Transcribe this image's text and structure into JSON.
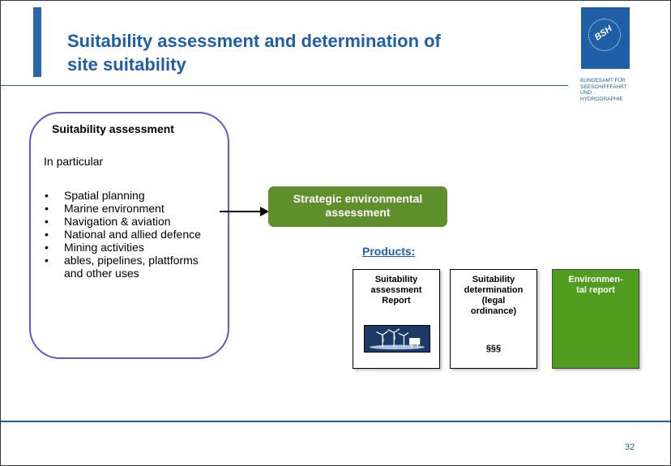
{
  "slide": {
    "title_line1": "Suitability assessment and determination of",
    "title_line2": "site suitability",
    "page_number": "32"
  },
  "logo": {
    "mark": "BSH",
    "lines": [
      "BUNDESAMT FÜR",
      "SEESCHIFFFAHRT",
      "UND",
      "HYDROGRAPHIE"
    ]
  },
  "assessment": {
    "heading": "Suitability  assessment",
    "subheading": "In particular",
    "bullet": "•",
    "items": [
      "Spatial planning",
      "Marine environment",
      "Navigation & aviation",
      "National and allied defence",
      "Mining activities",
      "ables, pipelines, plattforms and other uses"
    ]
  },
  "sea": {
    "line1": "Strategic environmental",
    "line2": "assessment"
  },
  "products": {
    "label": "Products:",
    "cards": [
      {
        "lines": [
          "Suitability",
          "assessment",
          "Report"
        ]
      },
      {
        "lines": [
          "Suitability",
          "determination",
          "(legal",
          "ordinance)"
        ],
        "extra": "§§§"
      },
      {
        "lines": [
          "Environmen-",
          "tal report"
        ]
      }
    ]
  },
  "colors": {
    "accent_blue": "#1f5fa8",
    "green": "#5e8f2a",
    "card_green": "#4f9c1e",
    "box_border": "#5a5acc"
  }
}
